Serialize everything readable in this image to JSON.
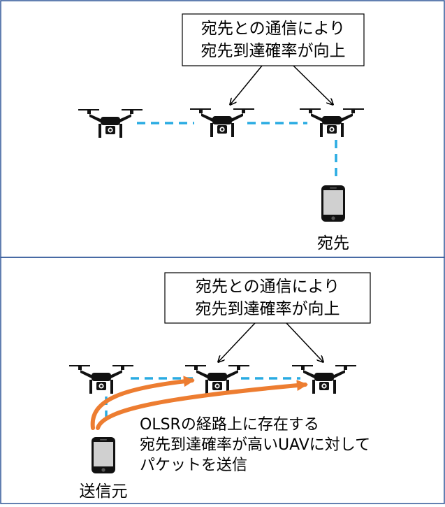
{
  "top_panel": {
    "callout_line1": "宛先との通信により",
    "callout_line2": "宛先到達確率が向上",
    "destination_label": "宛先"
  },
  "bottom_panel": {
    "callout_line1": "宛先との通信により",
    "callout_line2": "宛先到達確率が向上",
    "annotation_line1": "OLSRの経路上に存在する",
    "annotation_line2": "宛先到達確率が高いUAVに対して",
    "annotation_line3": "パケットを送信",
    "source_label": "送信元"
  },
  "colors": {
    "link_dashed": "#29abe2",
    "packet_arrow": "#ed7d31",
    "border": "#2f5597",
    "drone": "#111111"
  },
  "icons": [
    "drone-icon",
    "smartphone-icon"
  ]
}
